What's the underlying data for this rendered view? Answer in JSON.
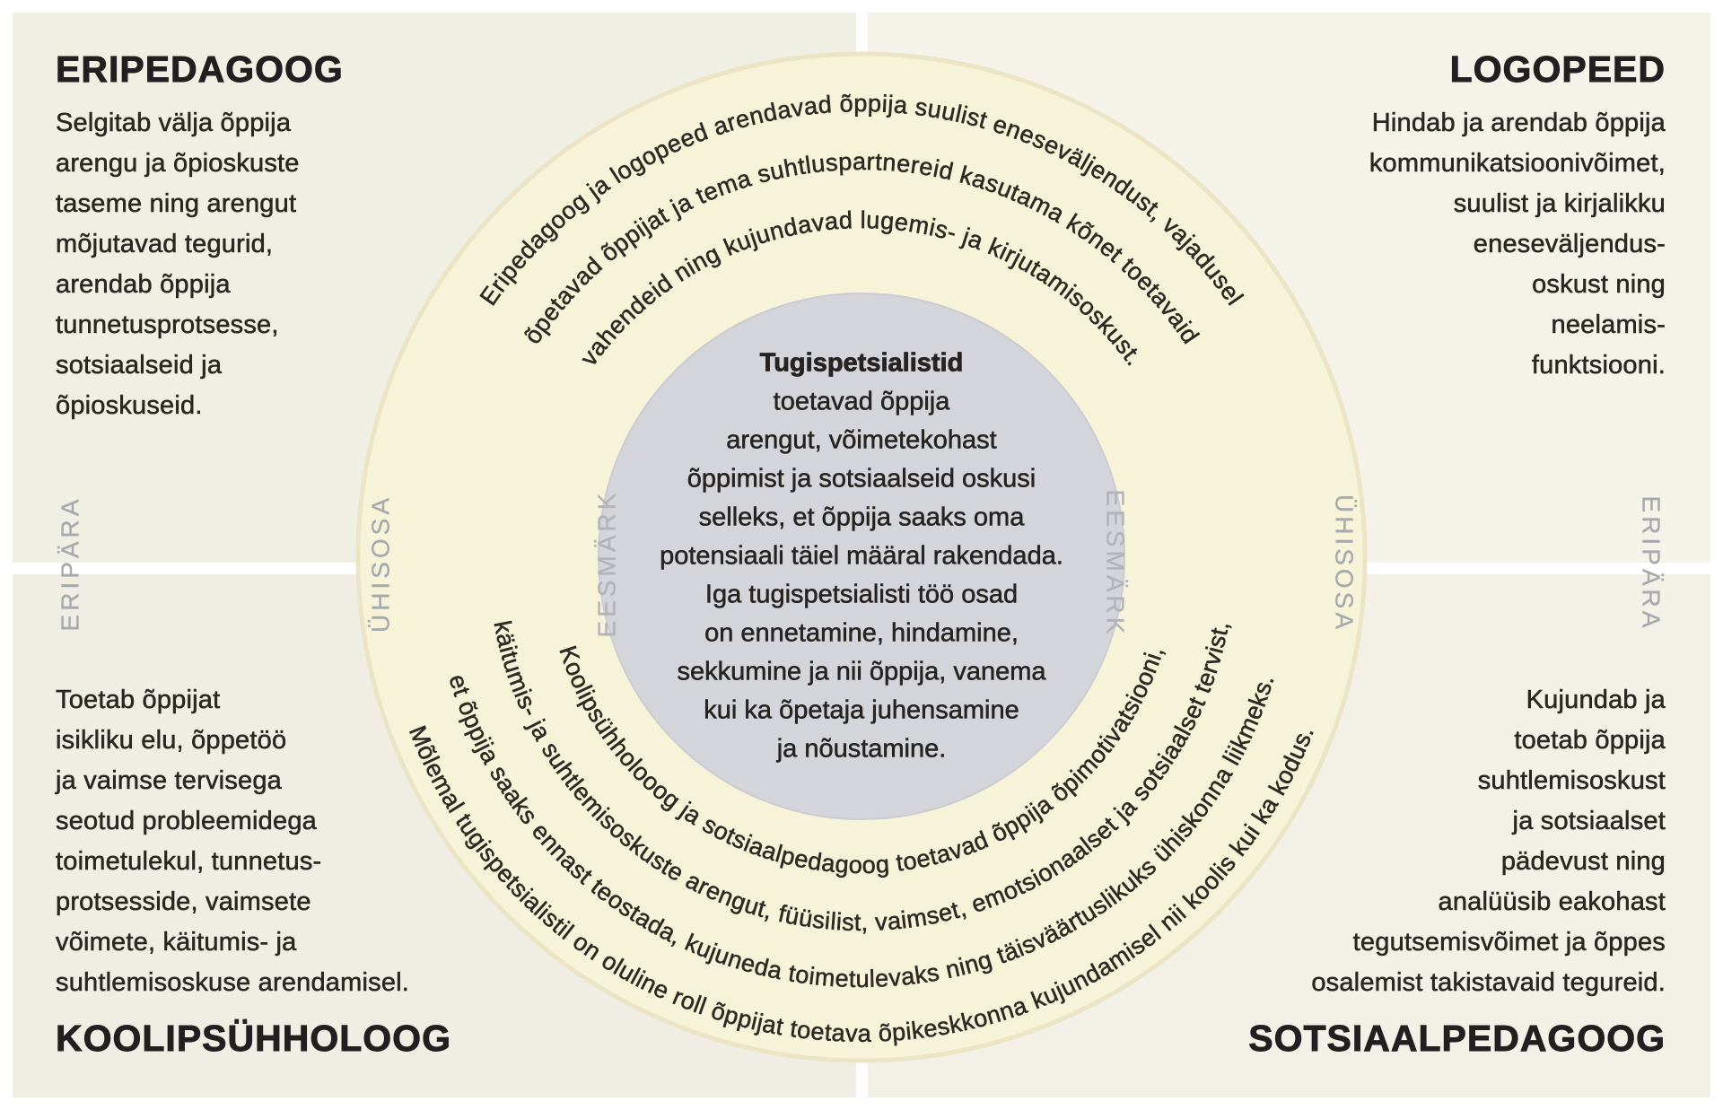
{
  "palette": {
    "background_white": "#ffffff",
    "quad_top_left": "#f0efe3",
    "quad_top_right": "#f5f3e9",
    "quad_bottom_left": "#f0eee4",
    "quad_bottom_right": "#f3f1e7",
    "outer_circle": "#f7f3d8",
    "outer_circle_rim": "#ebe4c5",
    "inner_circle": "#d4d5da",
    "heading_text": "#231f20",
    "body_text": "#2a2621",
    "axis_label_gray": "#a6a9ad"
  },
  "quadrants": {
    "top_left": {
      "heading": "ERIPEDAGOOG",
      "body": "Selgitab välja õppija\narengu ja õpioskuste\ntaseme ning arengut\nmõjutavad tegurid,\narendab õppija\ntunnetusprotsesse,\nsotsiaalseid ja\nõpioskuseid."
    },
    "top_right": {
      "heading": "LOGOPEED",
      "body": "Hindab ja arendab õppija\nkommunikatsioonivõimet,\nsuulist ja kirjalikku\neneseväljendus-\noskust ning\nneelamis-\nfunktsiooni."
    },
    "bottom_left": {
      "heading": "KOOLIPSÜHHOLOOG",
      "body": "Toetab õppijat\nisikliku elu, õppetöö\nja vaimse tervisega\nseotud probleemidega\ntoimetulekul, tunnetus-\nprotsesside, vaimsete\nvõimete, käitumis- ja\nsuhtlemisoskuse arendamisel."
    },
    "bottom_right": {
      "heading": "SOTSIAALPEDAGOOG",
      "body": "Kujundab ja\ntoetab õppija\nsuhtlemisoskust\nja sotsiaalset\npädevust ning\nanalüüsib eakohast\ntegutsemisvõimet ja õppes\nosalemist takistavaid tegureid."
    }
  },
  "axis_labels": {
    "left_outer": "ERIPÄRA",
    "left_mid": "ÜHISOSA",
    "left_inner": "EESMÄRK",
    "right_inner": "EESMÄRK",
    "right_mid": "ÜHISOSA",
    "right_outer": "ERIPÄRA"
  },
  "ring_text": {
    "top": [
      "Eripedagoog ja logopeed arendavad õppija suulist eneseväljendust, vajadusel",
      "õpetavad õppijat ja tema suhtluspartnereid kasutama kõnet toetavaid",
      "vahendeid ning kujundavad lugemis- ja kirjutamisoskust."
    ],
    "bottom": [
      "Koolipsühholooog ja sotsiaalpedagoog toetavad õppija õpimotivatsiooni,",
      "käitumis- ja suhtlemisoskuste arengut, füüsilist, vaimset, emotsionaalset ja sotsiaalset tervist,",
      "et õppija saaks ennast teostada, kujuneda toimetulevaks ning täisväärtuslikuks ühiskonna liikmeks.",
      "Mõlemal tugispetsialistil on oluline roll õppijat toetava õpikeskkonna kujundamisel nii koolis kui ka kodus."
    ]
  },
  "center": {
    "title": "Tugispetsialistid",
    "body": "toetavad õppija\narengut, võimetekohast\nõppimist ja sotsiaalseid oskusi\nselleks, et õppija saaks oma\npotensiaali täiel määral rakendada.\nIga tugispetsialisti töö osad\non ennetamine, hindamine,\nsekkumine ja nii õppija, vanema\nkui ka õpetaja juhensamine\nja nõustamine."
  }
}
